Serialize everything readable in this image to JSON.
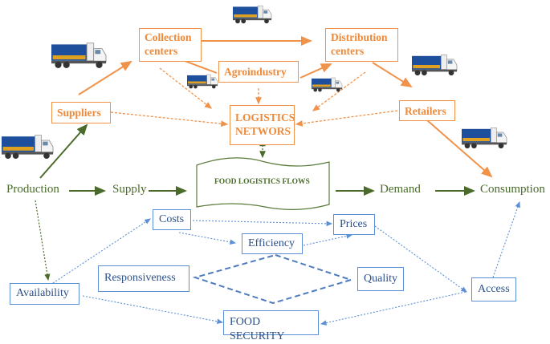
{
  "diagram": {
    "orange_nodes": {
      "collection": [
        "Collection",
        "centers"
      ],
      "distribution": [
        "Distribution",
        "centers"
      ],
      "agroindustry": "Agroindustry",
      "suppliers": "Suppliers",
      "retailers": "Retailers",
      "logistics": [
        "LOGISTICS",
        "NETWORS"
      ]
    },
    "green_flow": {
      "production": "Production",
      "supply": "Supply",
      "flows": "FOOD LOGISTICS FLOWS",
      "demand": "Demand",
      "consumption": "Consumption"
    },
    "blue_nodes": {
      "costs": "Costs",
      "prices": "Prices",
      "efficiency": "Efficiency",
      "responsiveness": "Responsiveness",
      "quality": "Quality",
      "availability": "Availability",
      "access": "Access",
      "food_security": "FOOD SECURITY"
    },
    "icons": {
      "truck": "truck-icon"
    },
    "colors": {
      "orange": "#ee8a3a",
      "green": "#4a6b2a",
      "blue": "#2c4f86",
      "blue_line": "#5b8fd6"
    }
  }
}
